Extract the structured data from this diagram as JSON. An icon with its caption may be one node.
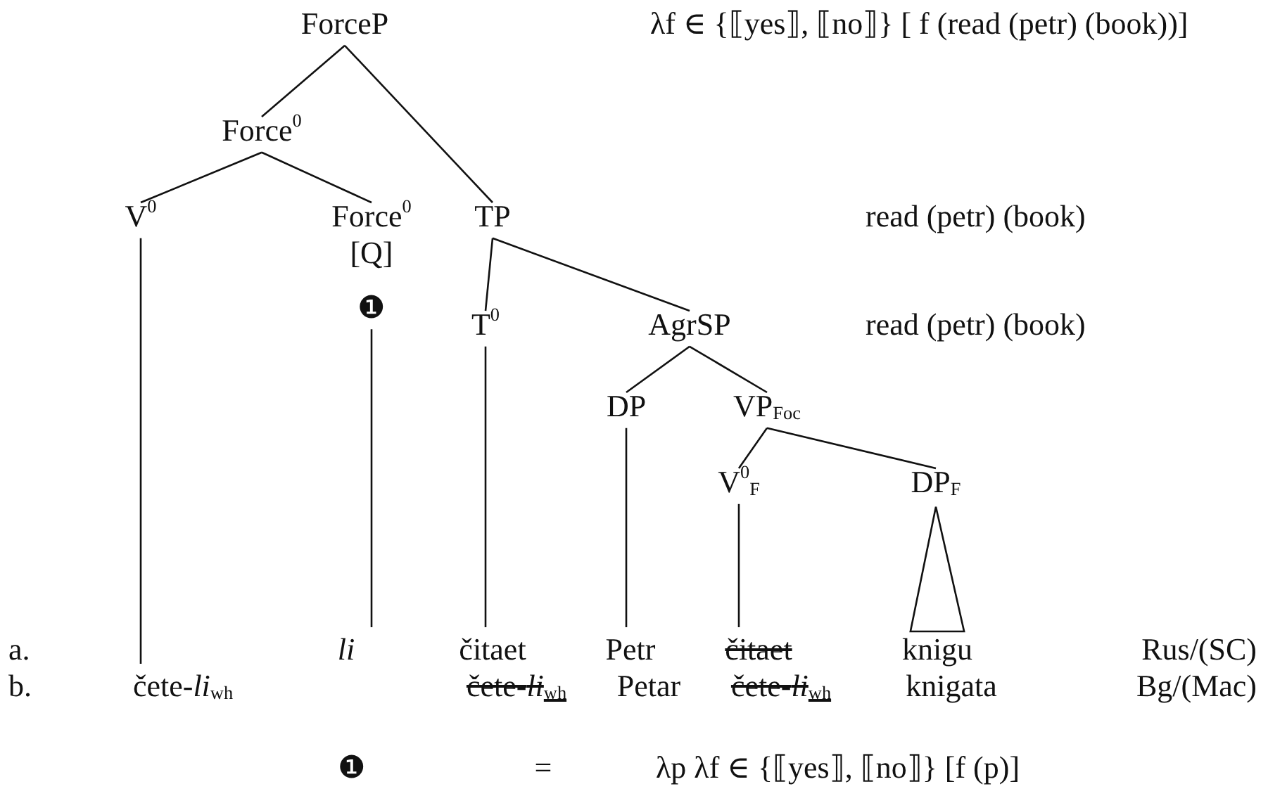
{
  "diagram": {
    "nodes": [
      {
        "text": [
          "ForceP"
        ]
      },
      {
        "text": [
          "Force$^{0}$"
        ]
      },
      {
        "text": [
          "TP"
        ]
      },
      {
        "text": [
          "V$^{0}$"
        ]
      },
      {
        "text": [
          "Force$^{0}$",
          "[Q]",
          "❶"
        ]
      },
      {
        "text": [
          "T$^{0}$"
        ]
      },
      {
        "text": [
          "AgrSP"
        ]
      },
      {
        "text": [
          "DP"
        ]
      },
      {
        "text": [
          "VP$_{Foc}$"
        ]
      },
      {
        "text": [
          "V$^{0}$$_{F}$"
        ]
      },
      {
        "text": [
          "DP$_{F}$"
        ]
      },
      {
        "text": [
          "čete-*li*$_{wh}$"
        ]
      },
      {
        "text": [
          "*li*"
        ]
      },
      {
        "text": [
          "čitaet"
        ]
      },
      {
        "text": [
          "Petr"
        ]
      },
      {
        "text": [
          "čitaet"
        ]
      },
      {
        "text": [
          "knigu"
        ]
      }
    ],
    "edges": [
      {
        "from": 0,
        "to": 1,
        "arrow": "none"
      },
      {
        "from": 0,
        "to": 2,
        "arrow": "none"
      },
      {
        "from": 1,
        "to": 3,
        "arrow": "none"
      },
      {
        "from": 1,
        "to": 4,
        "arrow": "none"
      },
      {
        "from": 2,
        "to": 5,
        "arrow": "none"
      },
      {
        "from": 2,
        "to": 6,
        "arrow": "none"
      },
      {
        "from": 6,
        "to": 7,
        "arrow": "none"
      },
      {
        "from": 6,
        "to": 8,
        "arrow": "none"
      },
      {
        "from": 8,
        "to": 9,
        "arrow": "none"
      },
      {
        "from": 8,
        "to": 10,
        "arrow": "none"
      },
      {
        "from": 3,
        "to": 11,
        "arrow": "none"
      },
      {
        "from": 4,
        "to": 12,
        "arrow": "none"
      },
      {
        "from": 5,
        "to": 13,
        "arrow": "none"
      },
      {
        "from": 7,
        "to": 14,
        "arrow": "none"
      },
      {
        "from": 9,
        "to": 15,
        "arrow": "none"
      },
      {
        "from": 10,
        "to": 16,
        "arrow": "none"
      }
    ],
    "labels": [
      "λf ∈ {⟦yes⟧, ⟦no⟧} [ f (read (petr) (book))]",
      "read (petr) (book)",
      "read (petr) (book)",
      "a.",
      "Rus/(SC)",
      "b.",
      "čete-*li*$_{wh}$",
      "Petar",
      "čete-*li*$_{wh}$",
      "knigata",
      "Bg/(Mac)",
      "❶",
      "=",
      "λp λf ∈ {⟦yes⟧, ⟦no⟧} [f (p)]"
    ]
  }
}
